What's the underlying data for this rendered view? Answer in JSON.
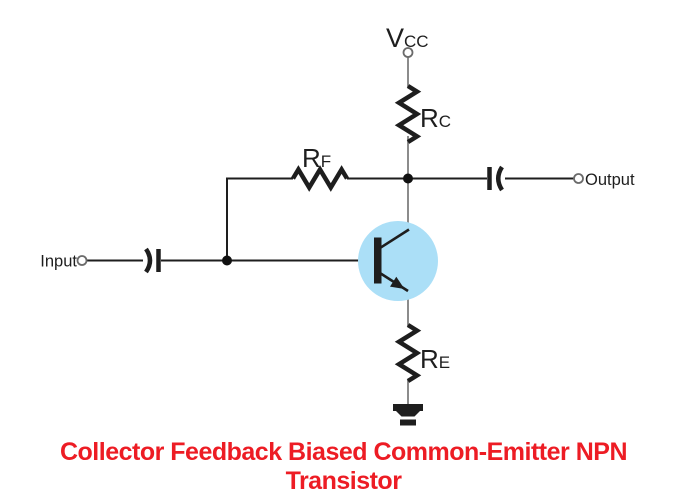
{
  "title": {
    "text": "Collector Feedback Biased Common-Emitter NPN Transistor"
  },
  "labels": {
    "vcc": {
      "main": "V",
      "sub": "CC"
    },
    "rc": {
      "main": "R",
      "sub": "C"
    },
    "rf": {
      "main": "R",
      "sub": "F"
    },
    "re": {
      "main": "R",
      "sub": "E"
    },
    "input": "Input",
    "output": "Output"
  },
  "colors": {
    "transistor_fill": "#abdff7",
    "title_red": "#ed1c24",
    "wire_gray": "#8c8c8c",
    "component_black": "#1e1e1e"
  }
}
